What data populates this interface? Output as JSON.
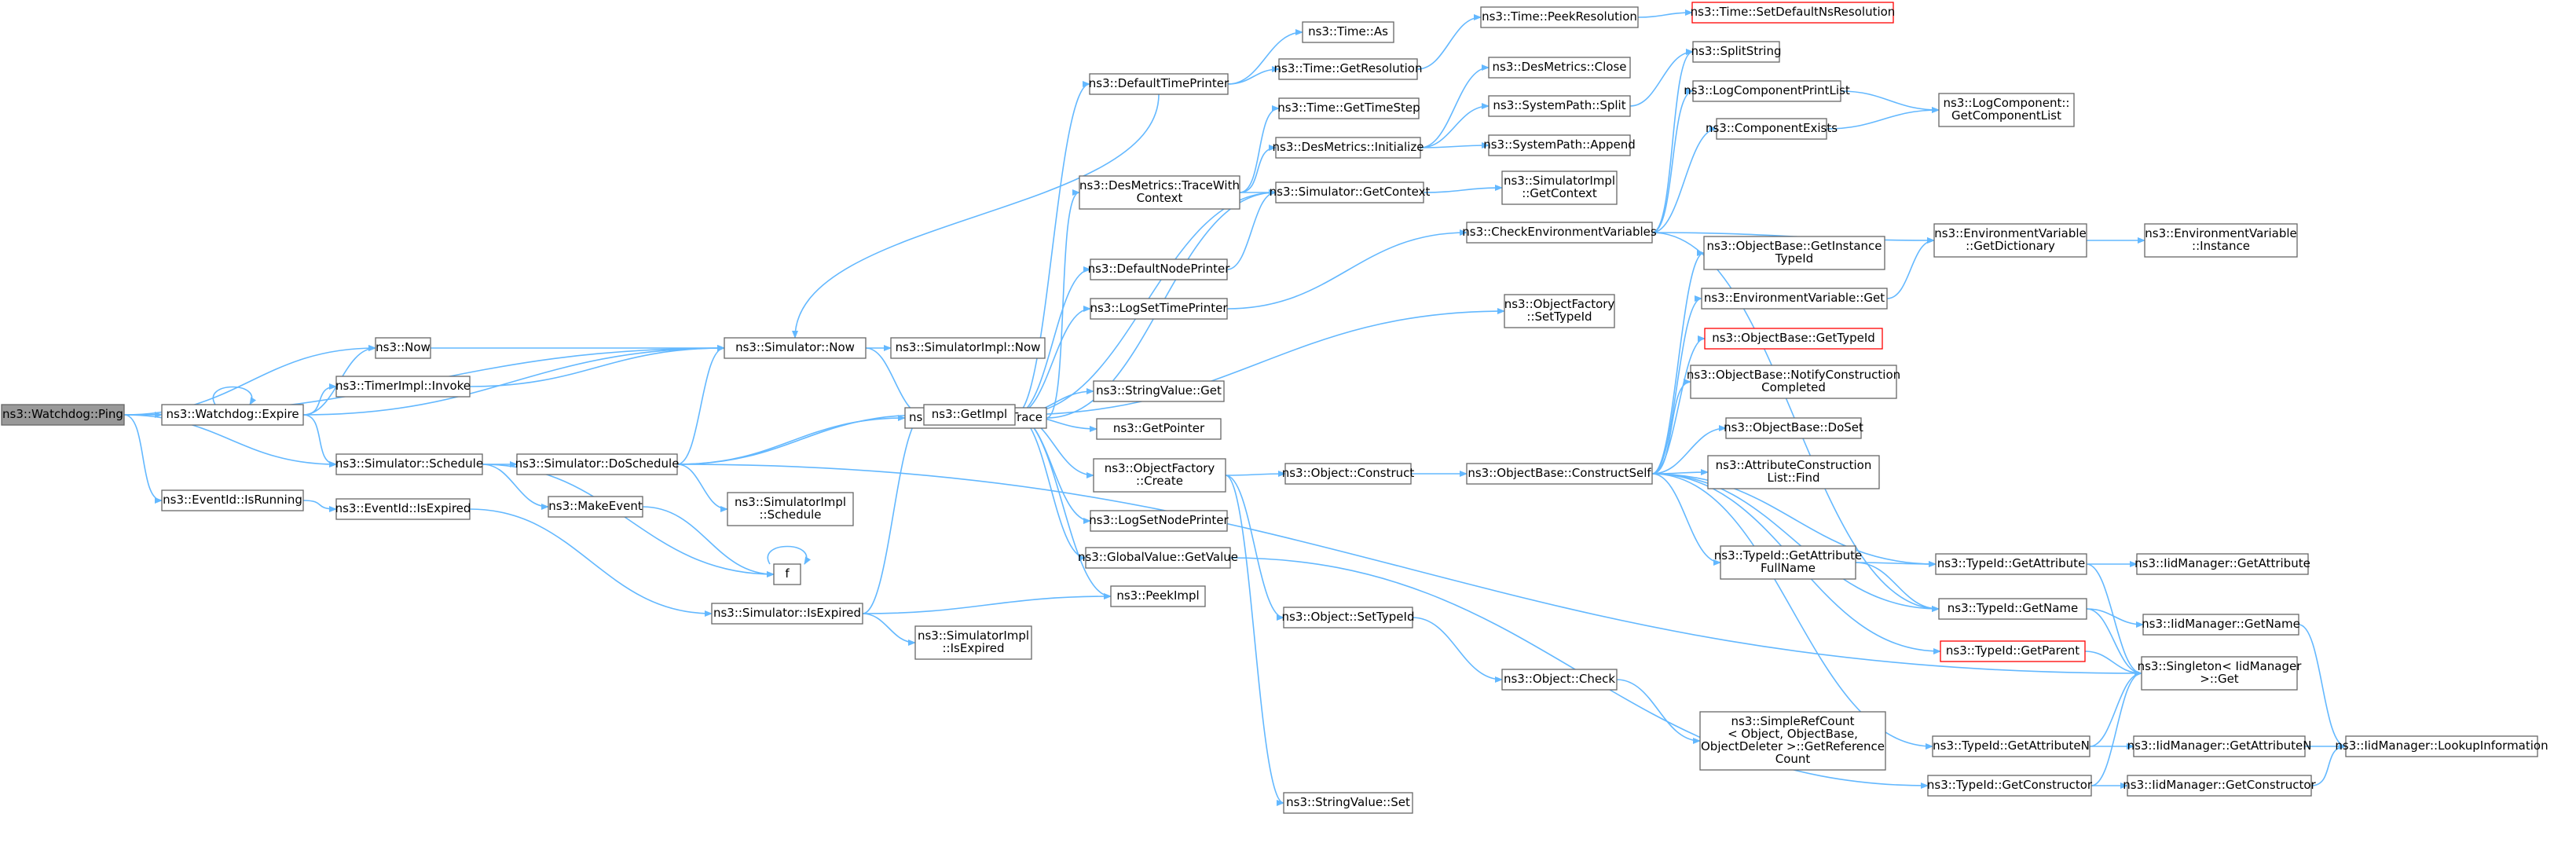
{
  "colors": {
    "edge": "#63b8ff",
    "node_border": "#666666",
    "node_border_missing": "#ff0000",
    "root_fill": "#999999"
  },
  "nodes": [
    {
      "id": "ping",
      "lines": [
        "ns3::Watchdog::Ping"
      ],
      "root": true
    },
    {
      "id": "expire",
      "lines": [
        "ns3::Watchdog::Expire"
      ]
    },
    {
      "id": "isrunning",
      "lines": [
        "ns3::EventId::IsRunning"
      ]
    },
    {
      "id": "now",
      "lines": [
        "ns3::Now"
      ]
    },
    {
      "id": "timerinvoke",
      "lines": [
        "ns3::TimerImpl::Invoke"
      ]
    },
    {
      "id": "schedule",
      "lines": [
        "ns3::Simulator::Schedule"
      ]
    },
    {
      "id": "isexpired_ev",
      "lines": [
        "ns3::EventId::IsExpired"
      ]
    },
    {
      "id": "simnow",
      "lines": [
        "ns3::Simulator::Now"
      ]
    },
    {
      "id": "doschedule",
      "lines": [
        "ns3::Simulator::DoSchedule"
      ]
    },
    {
      "id": "makeevent",
      "lines": [
        "ns3::MakeEvent"
      ]
    },
    {
      "id": "f",
      "lines": [
        "f"
      ]
    },
    {
      "id": "simisexpired",
      "lines": [
        "ns3::Simulator::IsExpired"
      ]
    },
    {
      "id": "implnow",
      "lines": [
        "ns3::SimulatorImpl::Now"
      ]
    },
    {
      "id": "destrace",
      "lines": [
        "ns3::DesMetrics::Trace"
      ]
    },
    {
      "id": "getimpl",
      "lines": [
        "ns3::GetImpl"
      ]
    },
    {
      "id": "implschedule",
      "lines": [
        "ns3::SimulatorImpl",
        "::Schedule"
      ]
    },
    {
      "id": "implisexpired",
      "lines": [
        "ns3::SimulatorImpl",
        "::IsExpired"
      ]
    },
    {
      "id": "deftimeprinter",
      "lines": [
        "ns3::DefaultTimePrinter"
      ]
    },
    {
      "id": "tracewith",
      "lines": [
        "ns3::DesMetrics::TraceWith",
        "Context"
      ]
    },
    {
      "id": "defnodeprinter",
      "lines": [
        "ns3::DefaultNodePrinter"
      ]
    },
    {
      "id": "logsettime",
      "lines": [
        "ns3::LogSetTimePrinter"
      ]
    },
    {
      "id": "stringvalueget",
      "lines": [
        "ns3::StringValue::Get"
      ]
    },
    {
      "id": "getpointer",
      "lines": [
        "ns3::GetPointer"
      ]
    },
    {
      "id": "objfactorycreate",
      "lines": [
        "ns3::ObjectFactory",
        "::Create"
      ]
    },
    {
      "id": "logsetnode",
      "lines": [
        "ns3::LogSetNodePrinter"
      ]
    },
    {
      "id": "globalgetvalue",
      "lines": [
        "ns3::GlobalValue::GetValue"
      ]
    },
    {
      "id": "peekimpl",
      "lines": [
        "ns3::PeekImpl"
      ]
    },
    {
      "id": "timeas",
      "lines": [
        "ns3::Time::As"
      ]
    },
    {
      "id": "timegetres",
      "lines": [
        "ns3::Time::GetResolution"
      ]
    },
    {
      "id": "timegetstep",
      "lines": [
        "ns3::Time::GetTimeStep"
      ]
    },
    {
      "id": "desinit",
      "lines": [
        "ns3::DesMetrics::Initialize"
      ]
    },
    {
      "id": "simgetcontext",
      "lines": [
        "ns3::Simulator::GetContext"
      ]
    },
    {
      "id": "objconstruct",
      "lines": [
        "ns3::Object::Construct"
      ]
    },
    {
      "id": "objsettypeid",
      "lines": [
        "ns3::Object::SetTypeId"
      ]
    },
    {
      "id": "stringvalueset",
      "lines": [
        "ns3::StringValue::Set"
      ]
    },
    {
      "id": "peekres",
      "lines": [
        "ns3::Time::PeekResolution"
      ]
    },
    {
      "id": "setdefaultns",
      "lines": [
        "ns3::Time::SetDefaultNsResolution"
      ],
      "red": true
    },
    {
      "id": "desclose",
      "lines": [
        "ns3::DesMetrics::Close"
      ]
    },
    {
      "id": "syspathsplit",
      "lines": [
        "ns3::SystemPath::Split"
      ]
    },
    {
      "id": "syspathappend",
      "lines": [
        "ns3::SystemPath::Append"
      ]
    },
    {
      "id": "implgetcontext",
      "lines": [
        "ns3::SimulatorImpl",
        "::GetContext"
      ]
    },
    {
      "id": "checkenv",
      "lines": [
        "ns3::CheckEnvironmentVariables"
      ]
    },
    {
      "id": "objfactorysettypeid",
      "lines": [
        "ns3::ObjectFactory",
        "::SetTypeId"
      ]
    },
    {
      "id": "constructself",
      "lines": [
        "ns3::ObjectBase::ConstructSelf"
      ]
    },
    {
      "id": "objcheck",
      "lines": [
        "ns3::Object::Check"
      ]
    },
    {
      "id": "splitstring",
      "lines": [
        "ns3::SplitString"
      ]
    },
    {
      "id": "logcompprintlist",
      "lines": [
        "ns3::LogComponentPrintList"
      ]
    },
    {
      "id": "compexists",
      "lines": [
        "ns3::ComponentExists"
      ]
    },
    {
      "id": "getinstancetypeid",
      "lines": [
        "ns3::ObjectBase::GetInstance",
        "TypeId"
      ]
    },
    {
      "id": "envvarget",
      "lines": [
        "ns3::EnvironmentVariable::Get"
      ]
    },
    {
      "id": "objbasegettypeid",
      "lines": [
        "ns3::ObjectBase::GetTypeId"
      ],
      "red": true
    },
    {
      "id": "notifyconstruction",
      "lines": [
        "ns3::ObjectBase::NotifyConstruction",
        "Completed"
      ]
    },
    {
      "id": "doset",
      "lines": [
        "ns3::ObjectBase::DoSet"
      ]
    },
    {
      "id": "attrlistfind",
      "lines": [
        "ns3::AttributeConstruction",
        "List::Find"
      ]
    },
    {
      "id": "getattrfullname",
      "lines": [
        "ns3::TypeId::GetAttribute",
        "FullName"
      ]
    },
    {
      "id": "simplerefcount",
      "lines": [
        "ns3::SimpleRefCount",
        "< Object, ObjectBase,",
        "ObjectDeleter >::GetReference",
        "Count"
      ]
    },
    {
      "id": "getcomponentlist",
      "lines": [
        "ns3::LogComponent::",
        "GetComponentList"
      ]
    },
    {
      "id": "envgetdict",
      "lines": [
        "ns3::EnvironmentVariable",
        "::GetDictionary"
      ]
    },
    {
      "id": "envinstance",
      "lines": [
        "ns3::EnvironmentVariable",
        "::Instance"
      ]
    },
    {
      "id": "typeidgetattr",
      "lines": [
        "ns3::TypeId::GetAttribute"
      ]
    },
    {
      "id": "typeidgetname",
      "lines": [
        "ns3::TypeId::GetName"
      ]
    },
    {
      "id": "typeidgetparent",
      "lines": [
        "ns3::TypeId::GetParent"
      ],
      "red": true
    },
    {
      "id": "typeidgetattrn",
      "lines": [
        "ns3::TypeId::GetAttributeN"
      ]
    },
    {
      "id": "typeidgetconstructor",
      "lines": [
        "ns3::TypeId::GetConstructor"
      ]
    },
    {
      "id": "iidgetattr",
      "lines": [
        "ns3::IidManager::GetAttribute"
      ]
    },
    {
      "id": "iidgetname",
      "lines": [
        "ns3::IidManager::GetName"
      ]
    },
    {
      "id": "singletonget",
      "lines": [
        "ns3::Singleton< IidManager",
        ">::Get"
      ]
    },
    {
      "id": "iidgetattrn",
      "lines": [
        "ns3::IidManager::GetAttributeN"
      ]
    },
    {
      "id": "iidgetconstructor",
      "lines": [
        "ns3::IidManager::GetConstructor"
      ]
    },
    {
      "id": "iidlookup",
      "lines": [
        "ns3::IidManager::LookupInformation"
      ]
    }
  ]
}
